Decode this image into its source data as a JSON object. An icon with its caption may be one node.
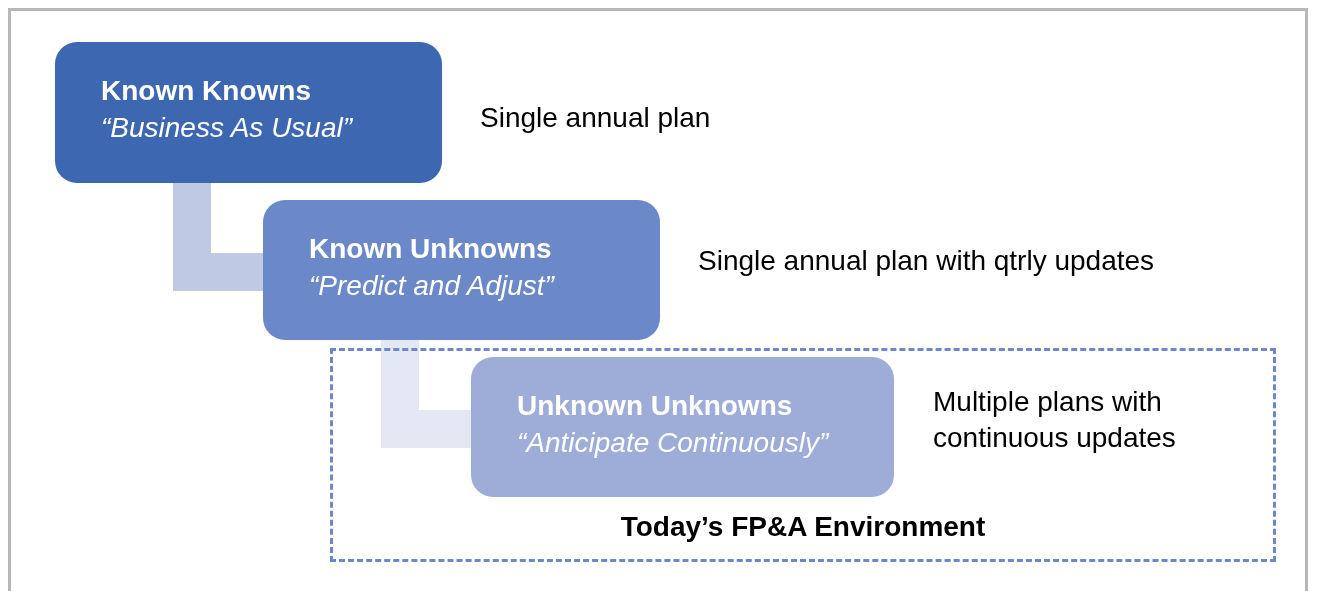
{
  "diagram": {
    "nodes": [
      {
        "text": [
          "Known Knowns",
          "“Business As Usual”"
        ],
        "beside": [
          "Single annual plan"
        ]
      },
      {
        "text": [
          "Known Unknowns",
          "“Predict and Adjust”"
        ],
        "beside": [
          "Single annual plan with qtrly updates"
        ]
      },
      {
        "text": [
          "Today’s FP&A Environment"
        ]
      },
      {
        "text": [
          "Unknown Unknowns",
          "“Anticipate Continuously”"
        ],
        "in": 2,
        "beside": [
          "Multiple plans with continuous updates"
        ]
      }
    ],
    "edges": [
      {
        "from": 0,
        "to": 1,
        "arrow": "none",
        "color": "#c0c9e4"
      },
      {
        "from": 1,
        "to": 3,
        "arrow": "none",
        "color": "#e4e8f4"
      }
    ]
  }
}
